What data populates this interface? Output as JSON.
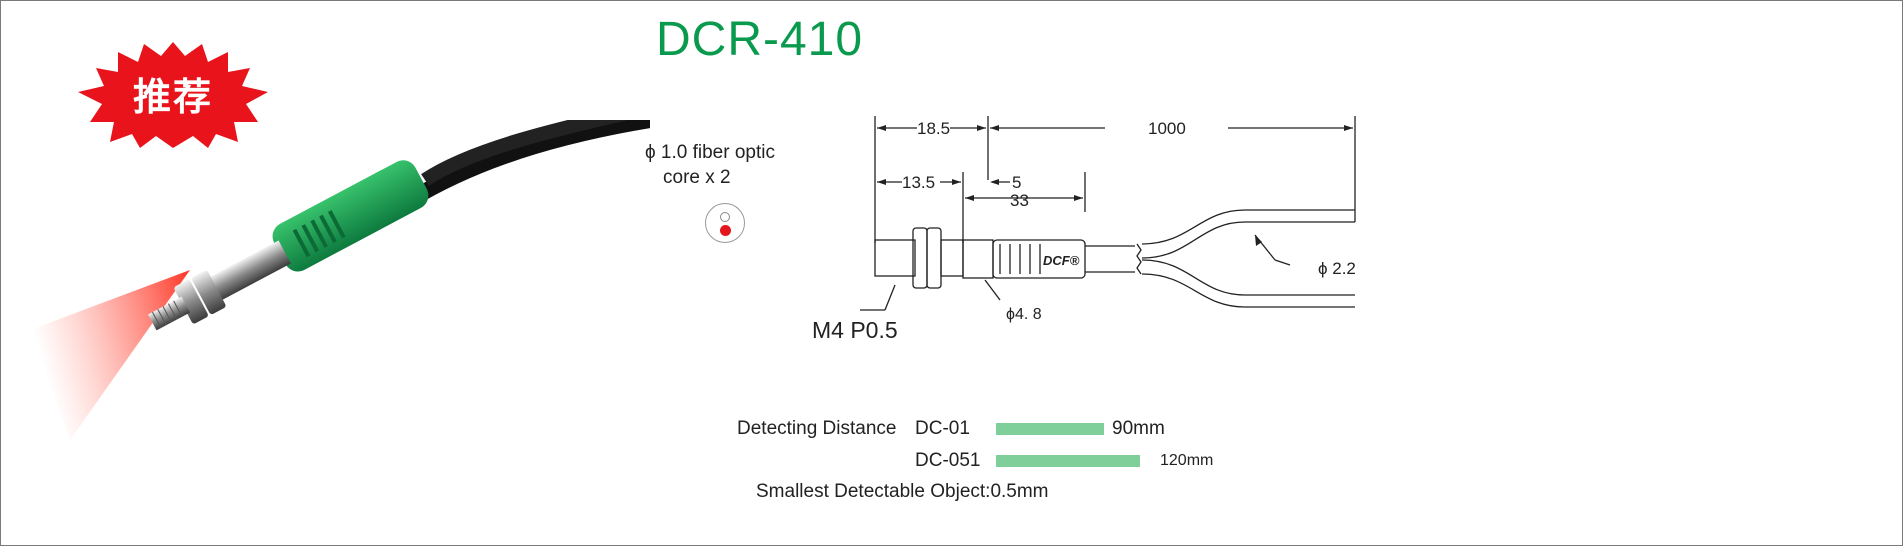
{
  "title": "DCR-410",
  "badge": {
    "text": "推荐",
    "color": "#e8131b"
  },
  "accent_color": "#0a9a4e",
  "fiber": {
    "line1": "ϕ 1.0 fiber optic",
    "line2": "core x 2"
  },
  "dimensions": {
    "d1": "18.5",
    "d2": "1000",
    "d3": "13.5",
    "d4": "5",
    "d5": "33",
    "thread": "M4 P0.5",
    "body_dia": "ϕ4. 8",
    "cable_dia": "ϕ 2.2",
    "logo": "DCF®"
  },
  "specs": {
    "label": "Detecting  Distance",
    "rows": [
      {
        "model": "DC-01",
        "value": "90mm",
        "distance_mm": 90
      },
      {
        "model": "DC-051",
        "value": "120mm",
        "distance_mm": 120
      }
    ],
    "smallest": "Smallest Detectable Object:0.5mm",
    "bar_color": "#7fcf9b"
  }
}
